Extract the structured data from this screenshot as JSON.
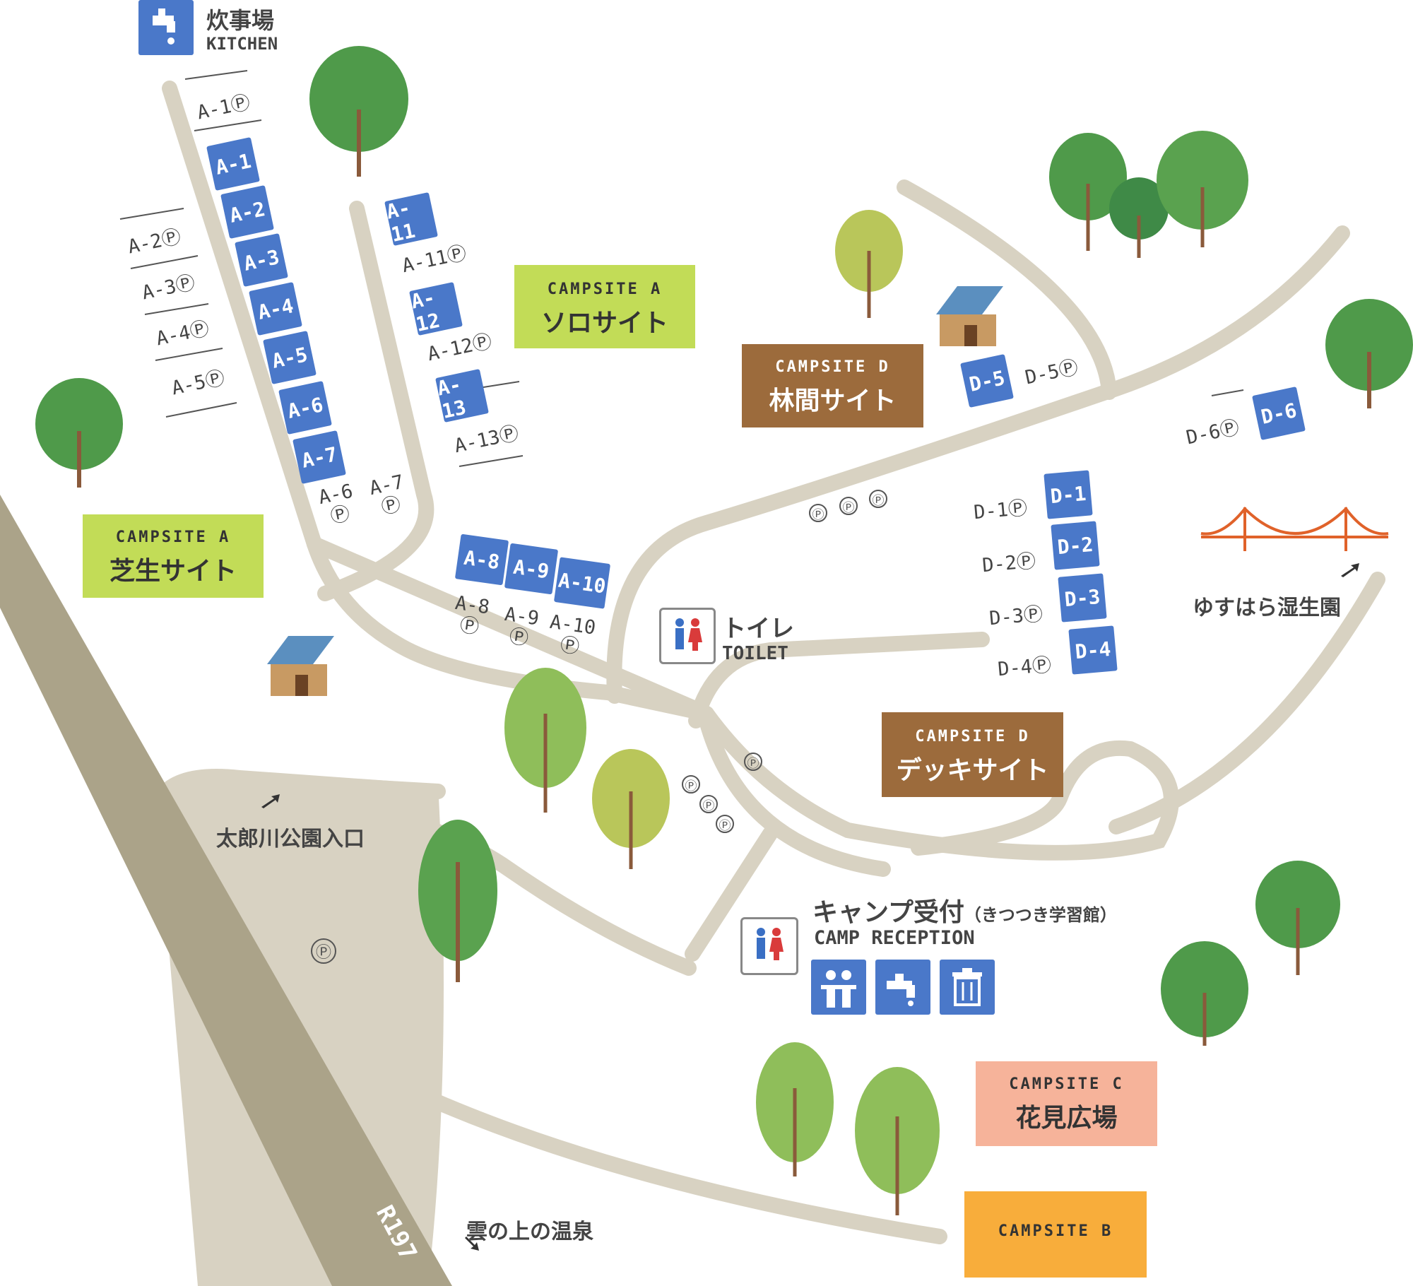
{
  "kitchen": {
    "ja": "炊事場",
    "en": "KITCHEN",
    "icon": "faucet-icon"
  },
  "toilet": {
    "ja": "トイレ",
    "en": "TOILET",
    "icon": "toilet-icon"
  },
  "reception": {
    "ja": "キャンプ受付",
    "ja_sub": "（きつつき学習館）",
    "en": "CAMP RECEPTION",
    "facility_icons": [
      "toilet-icon",
      "shower-icon",
      "faucet-icon",
      "trash-icon"
    ]
  },
  "campsites": {
    "a_solo": {
      "label": "CAMPSITE A",
      "name": "ソロサイト"
    },
    "a_lawn": {
      "label": "CAMPSITE A",
      "name": "芝生サイト"
    },
    "d_forest": {
      "label": "CAMPSITE D",
      "name": "林間サイト"
    },
    "d_deck": {
      "label": "CAMPSITE D",
      "name": "デッキサイト"
    },
    "c": {
      "label": "CAMPSITE C",
      "name": "花見広場"
    },
    "b": {
      "label": "CAMPSITE B"
    }
  },
  "sites": {
    "a1": "A-1",
    "a2": "A-2",
    "a3": "A-3",
    "a4": "A-4",
    "a5": "A-5",
    "a6": "A-6",
    "a7": "A-7",
    "a8": "A-8",
    "a9": "A-9",
    "a10": "A-10",
    "a11": "A-11",
    "a12": "A-12",
    "a13": "A-13",
    "d1": "D-1",
    "d2": "D-2",
    "d3": "D-3",
    "d4": "D-4",
    "d5": "D-5",
    "d6": "D-6"
  },
  "parking_symbol": "Ⓟ",
  "places": {
    "taro_park": "太郎川公園入口",
    "onsen": "雲の上の温泉",
    "wetland": "ゆすはら湿生園",
    "road": "R197"
  },
  "colors": {
    "site_blue": "#4a78c9",
    "road_beige": "#d8d2c2",
    "highway": "#aba389",
    "green_area": "#c2dc57",
    "brown_area": "#9c6b3c",
    "pink_area": "#f6b39a",
    "orange_area": "#f8ad3b",
    "bridge": "#e0622a"
  }
}
